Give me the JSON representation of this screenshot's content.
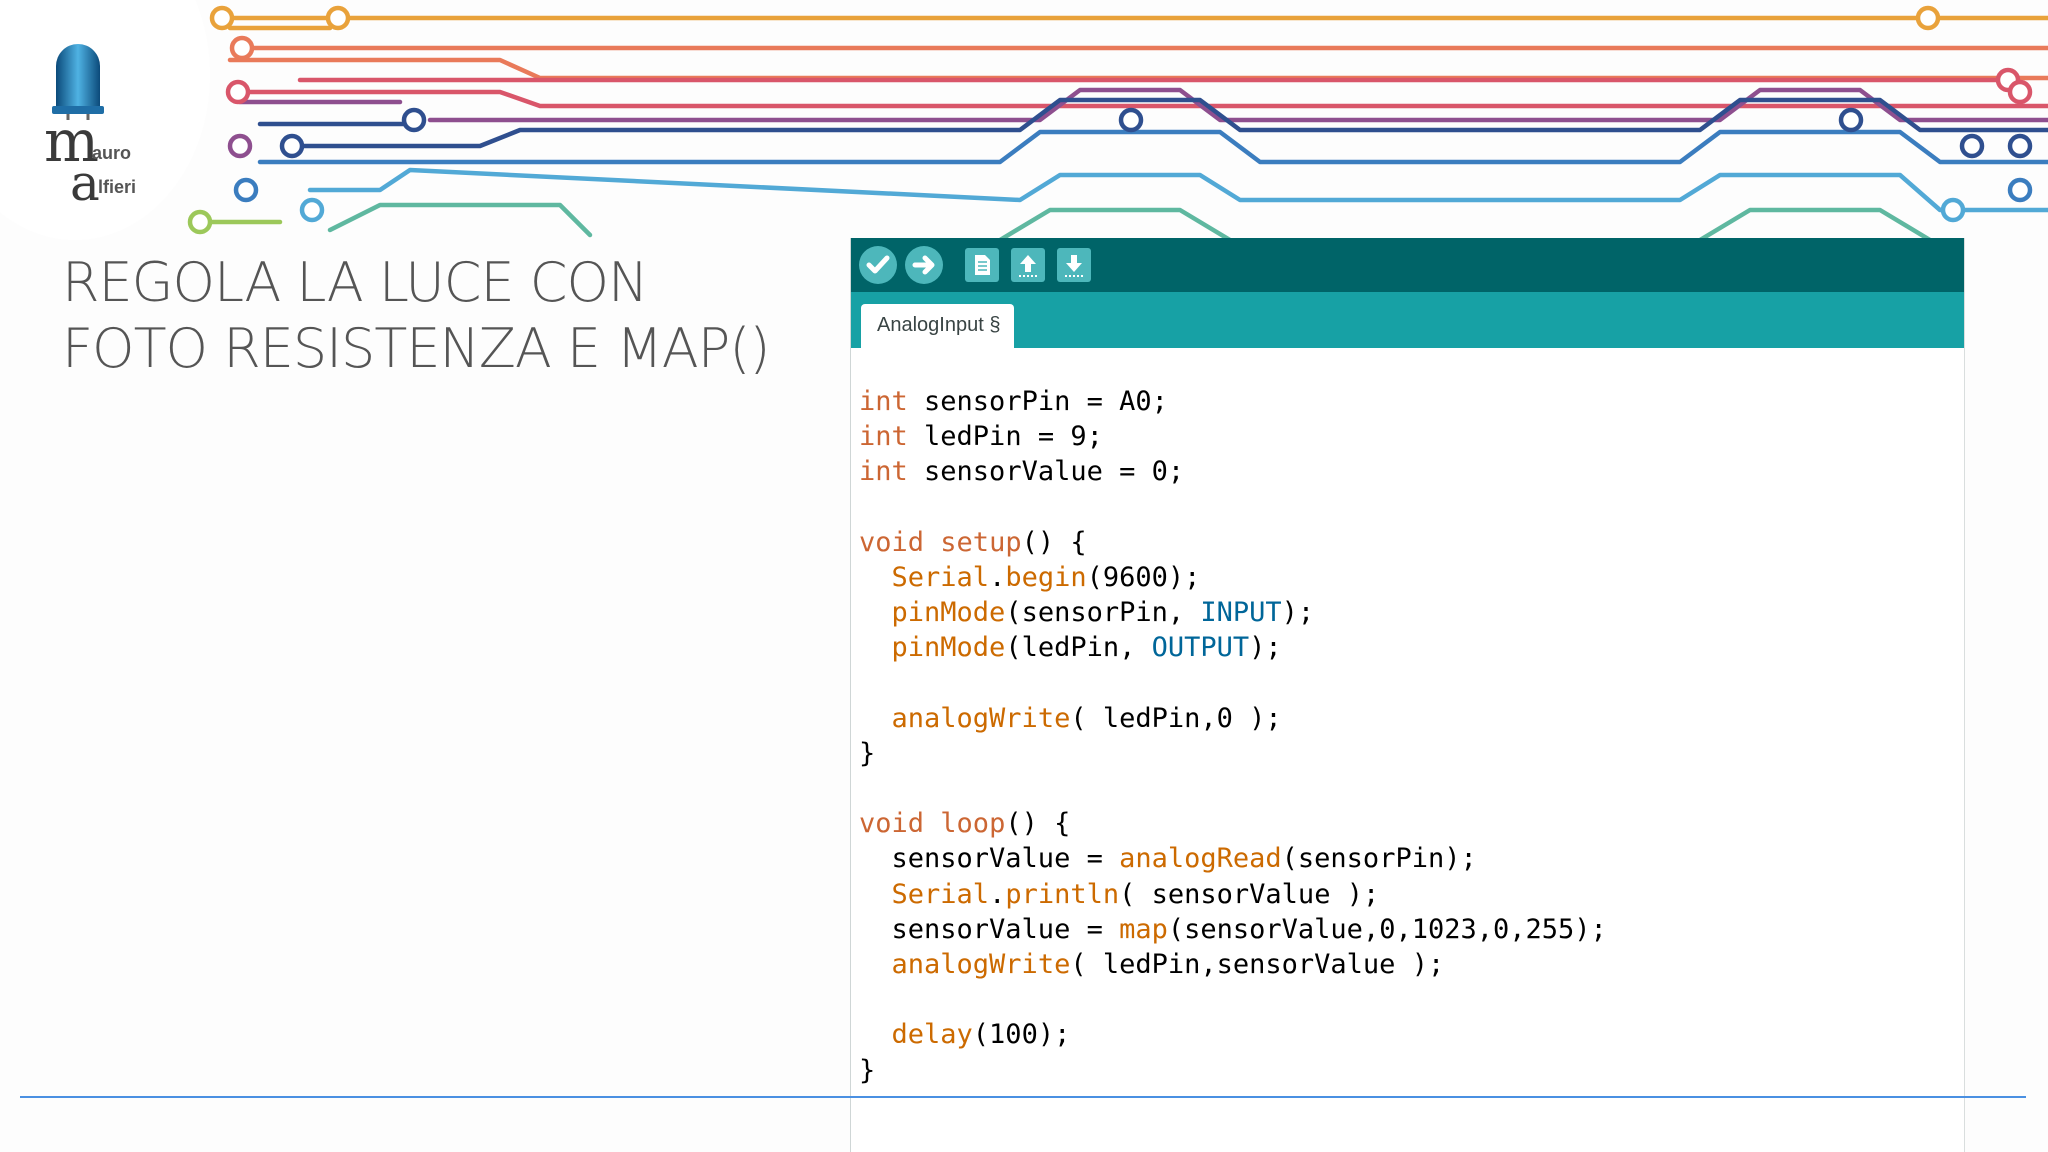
{
  "slide": {
    "title_lines": [
      "REGOLA LA LUCE CON",
      "FOTO RESISTENZA E MAP()"
    ]
  },
  "logo": {
    "letter_m": "m",
    "text_auro": "auro",
    "letter_a": "a",
    "text_lfieri": "lfieri"
  },
  "ide": {
    "toolbar": {
      "buttons": [
        "verify-icon",
        "upload-icon",
        "new-icon",
        "open-icon",
        "save-icon"
      ]
    },
    "tab_label": "AnalogInput §",
    "code_lines": [
      [
        {
          "t": "int",
          "c": "kw"
        },
        {
          "t": " sensorPin = A0;"
        }
      ],
      [
        {
          "t": "int",
          "c": "kw"
        },
        {
          "t": " ledPin = 9;"
        }
      ],
      [
        {
          "t": "int",
          "c": "kw"
        },
        {
          "t": " sensorValue = 0;"
        }
      ],
      [
        {
          "t": ""
        }
      ],
      [
        {
          "t": "void",
          "c": "kw"
        },
        {
          "t": " "
        },
        {
          "t": "setup",
          "c": "kw"
        },
        {
          "t": "() {"
        }
      ],
      [
        {
          "t": "  "
        },
        {
          "t": "Serial",
          "c": "fn"
        },
        {
          "t": "."
        },
        {
          "t": "begin",
          "c": "fn"
        },
        {
          "t": "(9600);"
        }
      ],
      [
        {
          "t": "  "
        },
        {
          "t": "pinMode",
          "c": "fn"
        },
        {
          "t": "(sensorPin, "
        },
        {
          "t": "INPUT",
          "c": "const"
        },
        {
          "t": ");"
        }
      ],
      [
        {
          "t": "  "
        },
        {
          "t": "pinMode",
          "c": "fn"
        },
        {
          "t": "(ledPin, "
        },
        {
          "t": "OUTPUT",
          "c": "const"
        },
        {
          "t": ");"
        }
      ],
      [
        {
          "t": ""
        }
      ],
      [
        {
          "t": "  "
        },
        {
          "t": "analogWrite",
          "c": "fn"
        },
        {
          "t": "( ledPin,0 );"
        }
      ],
      [
        {
          "t": "}"
        }
      ],
      [
        {
          "t": ""
        }
      ],
      [
        {
          "t": "void",
          "c": "kw"
        },
        {
          "t": " "
        },
        {
          "t": "loop",
          "c": "kw"
        },
        {
          "t": "() {"
        }
      ],
      [
        {
          "t": "  sensorValue = "
        },
        {
          "t": "analogRead",
          "c": "fn"
        },
        {
          "t": "(sensorPin);"
        }
      ],
      [
        {
          "t": "  "
        },
        {
          "t": "Serial",
          "c": "fn"
        },
        {
          "t": "."
        },
        {
          "t": "println",
          "c": "fn"
        },
        {
          "t": "( sensorValue );"
        }
      ],
      [
        {
          "t": "  sensorValue = "
        },
        {
          "t": "map",
          "c": "fn"
        },
        {
          "t": "(sensorValue,0,1023,0,255);"
        }
      ],
      [
        {
          "t": "  "
        },
        {
          "t": "analogWrite",
          "c": "fn"
        },
        {
          "t": "( ledPin,sensorValue );"
        }
      ],
      [
        {
          "t": ""
        }
      ],
      [
        {
          "t": "  "
        },
        {
          "t": "delay",
          "c": "fn"
        },
        {
          "t": "(100);"
        }
      ],
      [
        {
          "t": "}"
        }
      ]
    ]
  },
  "colors": {
    "toolbar": "#006468",
    "tabbar": "#17a1a5",
    "keyword": "#cc6633",
    "function": "#cc6a00",
    "constant": "#006699",
    "rule": "#4a90e2"
  }
}
